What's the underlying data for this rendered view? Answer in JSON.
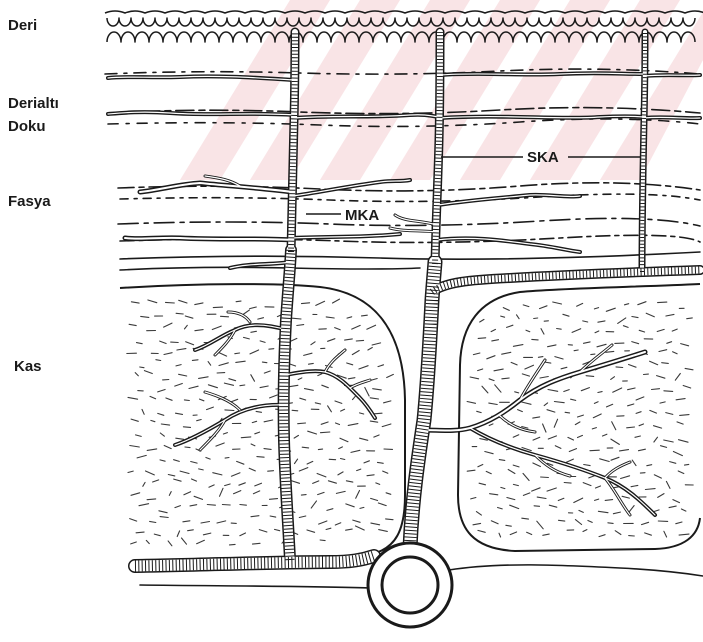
{
  "labels": {
    "deri": "Deri",
    "derialti_line1": "Derialtı",
    "derialti_line2": "Doku",
    "fasya": "Fasya",
    "kas": "Kas",
    "ska": "SKA",
    "mka": "MKA"
  },
  "colors": {
    "ink": "#1a1a1a",
    "background": "#ffffff",
    "watermark": "#f4c9ce"
  }
}
